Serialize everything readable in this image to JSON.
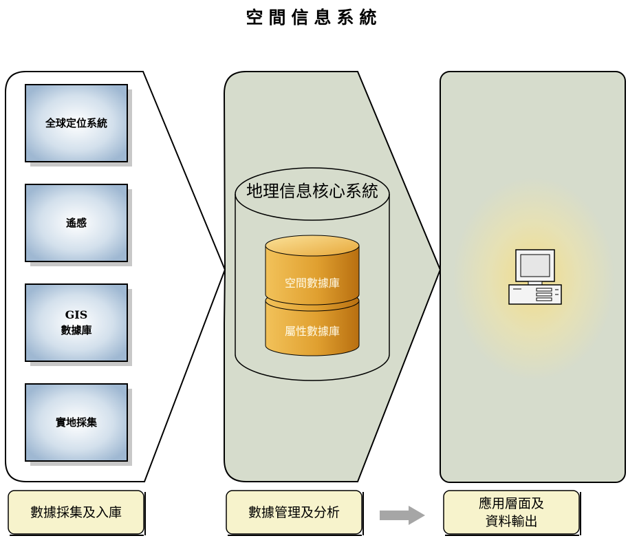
{
  "title": "空間信息系統",
  "inputs": {
    "gps": "全球定位系統",
    "remote_sensing": "遙感",
    "gis_db_line1": "GIS",
    "gis_db_line2": "數據庫",
    "field_collection": "實地採集"
  },
  "core": {
    "title": "地理信息核心系統",
    "spatial_db": "空間數據庫",
    "attribute_db": "屬性數據庫"
  },
  "labels": {
    "collection": "數據採集及入庫",
    "management": "數據管理及分析",
    "output_line1": "應用層面及",
    "output_line2": "資料輸出"
  },
  "colors": {
    "panel_fill": "#d6dccc",
    "box_fill": "#b3c8dc",
    "label_fill": "#f7f3cc",
    "cylinder_fill": "#e0a030",
    "arrow_fill": "#a6a6a6"
  },
  "icons": [
    "computer-icon",
    "arrow-right-icon"
  ]
}
